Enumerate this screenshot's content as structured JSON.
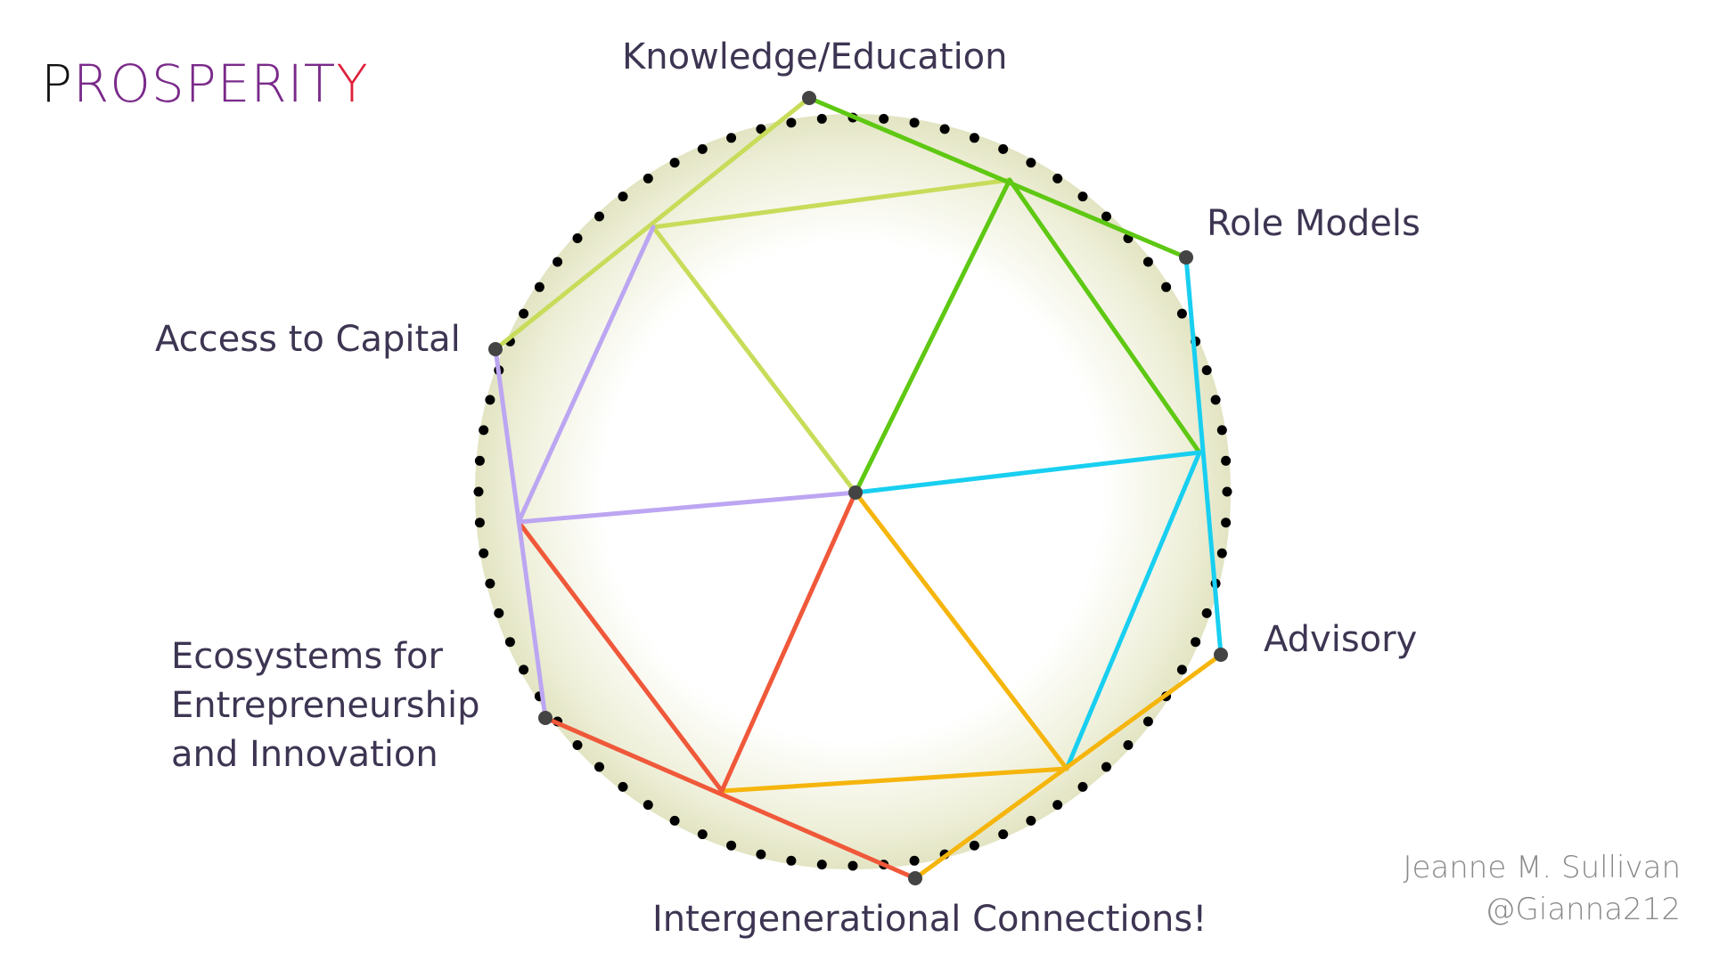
{
  "title": {
    "first": "P",
    "middle": "ROSPERIT",
    "last": "Y"
  },
  "labels": {
    "knowledge": "Knowledge/Education",
    "role_models": "Role Models",
    "access_capital": "Access to Capital",
    "ecosystems_1": "Ecosystems for",
    "ecosystems_2": "Entrepreneurship",
    "ecosystems_3": "and Innovation",
    "advisory": "Advisory",
    "intergenerational": "Intergenerational Connections!"
  },
  "credit": {
    "name": "Jeanne M. Sullivan",
    "handle": "@Gianna212"
  },
  "colors": {
    "title_first": "#111111",
    "title_middle": "#7a2a8a",
    "title_last": "#e0203a",
    "label_text": "#3d3552",
    "credit_text": "#8a8a8a",
    "yellow_green": "#c8dc5a",
    "green": "#5ec812",
    "cyan": "#18cff0",
    "orange": "#f5b50c",
    "red": "#f0583a",
    "lavender": "#bca6f2",
    "node": "#444444",
    "dots": "#000000",
    "glow": "#e6e7c8"
  }
}
